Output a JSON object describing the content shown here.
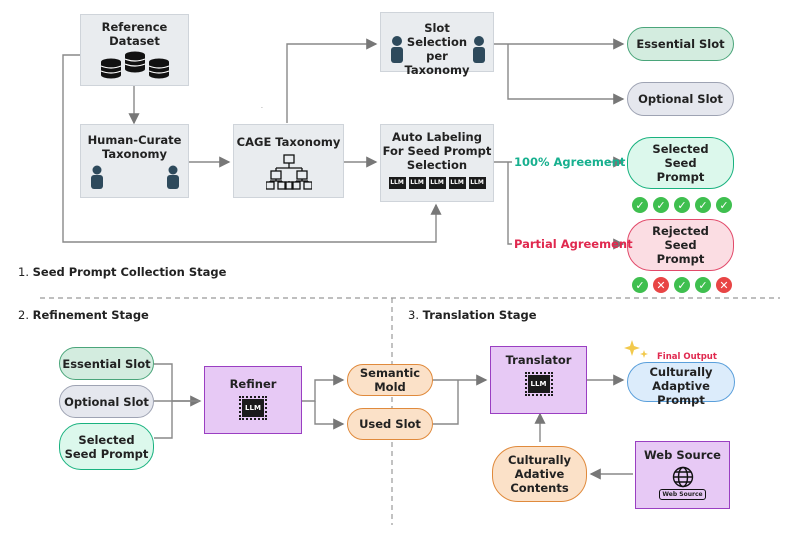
{
  "stage1": {
    "reference_dataset": "Reference Dataset",
    "human_curate": "Human-Curate Taxonomy",
    "cage_taxonomy": "CAGE Taxonomy",
    "slot_selection": "Slot Selection per Taxonomy",
    "auto_labeling": "Auto Labeling For Seed Prompt Selection",
    "essential_slot": "Essential Slot",
    "optional_slot": "Optional Slot",
    "selected_seed": "Selected Seed Prompt",
    "rejected_seed": "Rejected Seed Prompt",
    "agreement_full": "100% Agreement",
    "agreement_partial": "Partial Agreement",
    "stage_num": "1.",
    "stage_title": "Seed Prompt Collection Stage"
  },
  "stage2": {
    "stage_num": "2.",
    "stage_title": "Refinement Stage",
    "essential_slot": "Essential Slot",
    "optional_slot": "Optional Slot",
    "selected_seed": "Selected Seed Prompt",
    "refiner": "Refiner",
    "semantic_mold": "Semantic Mold",
    "used_slot": "Used Slot"
  },
  "stage3": {
    "stage_num": "3.",
    "stage_title": "Translation Stage",
    "translator": "Translator",
    "final_output": "Final Output",
    "culturally_adaptive": "Culturally Adaptive Prompt",
    "web_source": "Web Source",
    "web_source_icon_label": "Web Source",
    "culturally_contents": "Culturally Adative Contents"
  },
  "llm_label": "LLM",
  "colors": {
    "green_fill": "#d3ecdf",
    "green_border": "#4aa57a",
    "mint_fill": "#dcf8ec",
    "mint_border": "#19b27f",
    "gray_fill": "#e5e7ee",
    "gray_border": "#9ea3b3",
    "pink_fill": "#fbdde3",
    "pink_border": "#e24a6a",
    "blue_fill": "#dcecfb",
    "blue_border": "#5a9fdb",
    "teal_text": "#18b08f",
    "red_text": "#e0294f",
    "purple_fill": "#e7c9f5",
    "peach_fill": "#fbe1c8"
  },
  "agreement_votes": {
    "selected": [
      "agree",
      "agree",
      "agree",
      "agree",
      "agree"
    ],
    "rejected": [
      "agree",
      "disagree",
      "agree",
      "agree",
      "disagree"
    ]
  }
}
